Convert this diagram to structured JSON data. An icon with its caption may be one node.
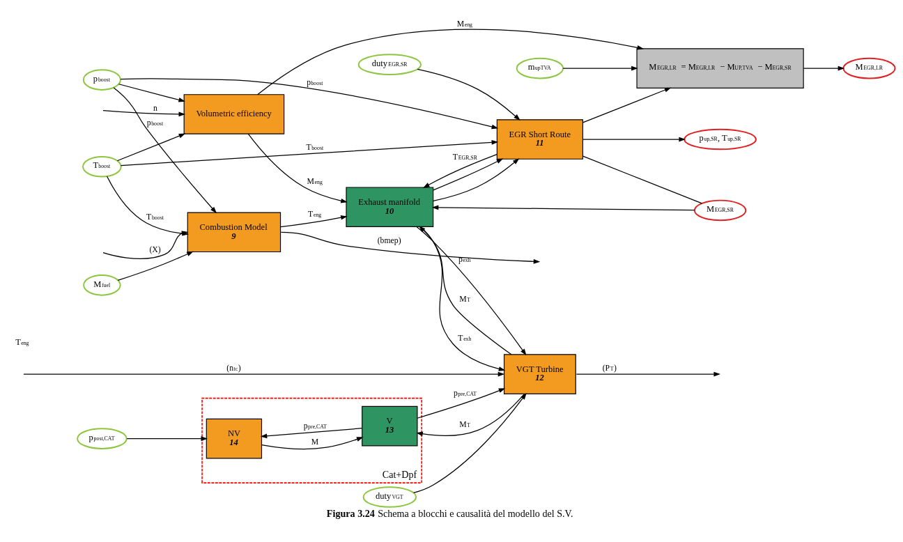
{
  "diagram": {
    "caption": "**Figura 3.24** Schema a blocchi e causalità del modello del S.V.",
    "nodes": [
      {
        "text": [
          "Combustion Model",
          "9"
        ]
      },
      {
        "text": [
          "Volumetric efficiency"
        ]
      },
      {
        "text": [
          "EGR Short Route",
          "11"
        ]
      },
      {
        "text": [
          "Exhaust manifold",
          "10"
        ]
      },
      {
        "text": [
          "M$_{EGR,LR}$ = M$_{EGR,LR}$ − M$_{UP,TVA}$ − M$_{EGR,SR}$"
        ]
      },
      {
        "text": [
          "VGT Turbine",
          "12"
        ]
      },
      {
        "text": [
          "Cat+Dpf"
        ]
      },
      {
        "text": [
          "NV",
          "14"
        ],
        "in": 6
      },
      {
        "text": [
          "V",
          "13"
        ],
        "in": 6
      },
      {
        "text": [
          "T$_{boost}$"
        ]
      },
      {
        "text": [
          "p$_{boost}$"
        ]
      },
      {
        "text": [
          "M$_{fuel}$"
        ]
      },
      {
        "text": [
          "m$_{upTVA}$"
        ]
      },
      {
        "text": [
          "duty$_{EGR,SR}$"
        ]
      },
      {
        "text": [
          "M$_{EGR,SR}$"
        ]
      },
      {
        "text": [
          "p$_{up,SR}$, T$_{up,SR}$"
        ]
      },
      {
        "text": [
          "p$_{post,CAT}$"
        ]
      },
      {
        "text": [
          "duty$_{VGT}$"
        ]
      },
      {
        "text": [
          "M$_{EGR,LR}$"
        ]
      }
    ],
    "edges": [
      {
        "from": 9,
        "to": 1,
        "arrow": "to"
      },
      {
        "from": 10,
        "to": 1,
        "arrow": "to"
      },
      {
        "from": null,
        "to": 1,
        "arrow": "to",
        "label": "n"
      },
      {
        "from": 9,
        "to": 0,
        "arrow": "to",
        "label": "T$_{boost}$"
      },
      {
        "from": 10,
        "to": 0,
        "arrow": "to",
        "label": "p$_{boost}$"
      },
      {
        "from": 0,
        "to": null,
        "arrow": "to",
        "label": "(bmep)"
      },
      {
        "from": 11,
        "to": 0,
        "arrow": "to"
      },
      {
        "from": null,
        "to": 0,
        "arrow": "to",
        "label": "(X)"
      },
      {
        "from": 0,
        "to": 3,
        "arrow": "to",
        "label": "T$_{eng}$"
      },
      {
        "from": 1,
        "to": 3,
        "arrow": "to",
        "label": "M$_{eng}$"
      },
      {
        "from": 1,
        "to": 4,
        "arrow": "to",
        "label": "M$_{eng}$"
      },
      {
        "from": 9,
        "to": 2,
        "arrow": "to",
        "label": "T$_{boost}$"
      },
      {
        "from": 10,
        "to": 2,
        "arrow": "to",
        "label": "p$_{boost}$"
      },
      {
        "from": 13,
        "to": 2,
        "arrow": "to"
      },
      {
        "from": 2,
        "to": 14,
        "arrow": "none"
      },
      {
        "from": 14,
        "to": 3,
        "arrow": "to"
      },
      {
        "from": 2,
        "to": 4,
        "arrow": "to"
      },
      {
        "from": 2,
        "to": 15,
        "arrow": "to"
      },
      {
        "from": 2,
        "to": 3,
        "arrow": "to",
        "label": "T$_{EGR,SR}$"
      },
      {
        "from": 12,
        "to": 4,
        "arrow": "to"
      },
      {
        "from": 4,
        "to": 18,
        "arrow": "to"
      },
      {
        "from": 3,
        "to": 5,
        "arrow": "to",
        "label": "T$_{exh}$"
      },
      {
        "from": 3,
        "to": 2,
        "arrow": "to"
      },
      {
        "from": 3,
        "to": 5,
        "arrow": "to",
        "label": "p$_{exh}$"
      },
      {
        "from": 3,
        "to": 2,
        "arrow": "to"
      },
      {
        "from": 5,
        "to": 3,
        "arrow": "to",
        "label": "M$_{T}$"
      },
      {
        "from": 5,
        "to": 8,
        "arrow": "to",
        "label": "M$_{T}$"
      },
      {
        "from": null,
        "to": 5,
        "arrow": "to",
        "label": "(n$_{tc}$)"
      },
      {
        "from": 5,
        "to": null,
        "arrow": "to",
        "label": "(P$_{T}$)"
      },
      {
        "from": 8,
        "to": 5,
        "arrow": "to",
        "label": "p$_{pre,CAT}$"
      },
      {
        "from": 17,
        "to": 5,
        "arrow": "to"
      },
      {
        "from": 8,
        "to": 7,
        "arrow": "to",
        "label": "p$_{pre,CAT}$"
      },
      {
        "from": 7,
        "to": 8,
        "arrow": "to",
        "label": "M"
      },
      {
        "from": 16,
        "to": 7,
        "arrow": "to"
      }
    ],
    "labels": [
      "T$_{eng}$"
    ]
  }
}
